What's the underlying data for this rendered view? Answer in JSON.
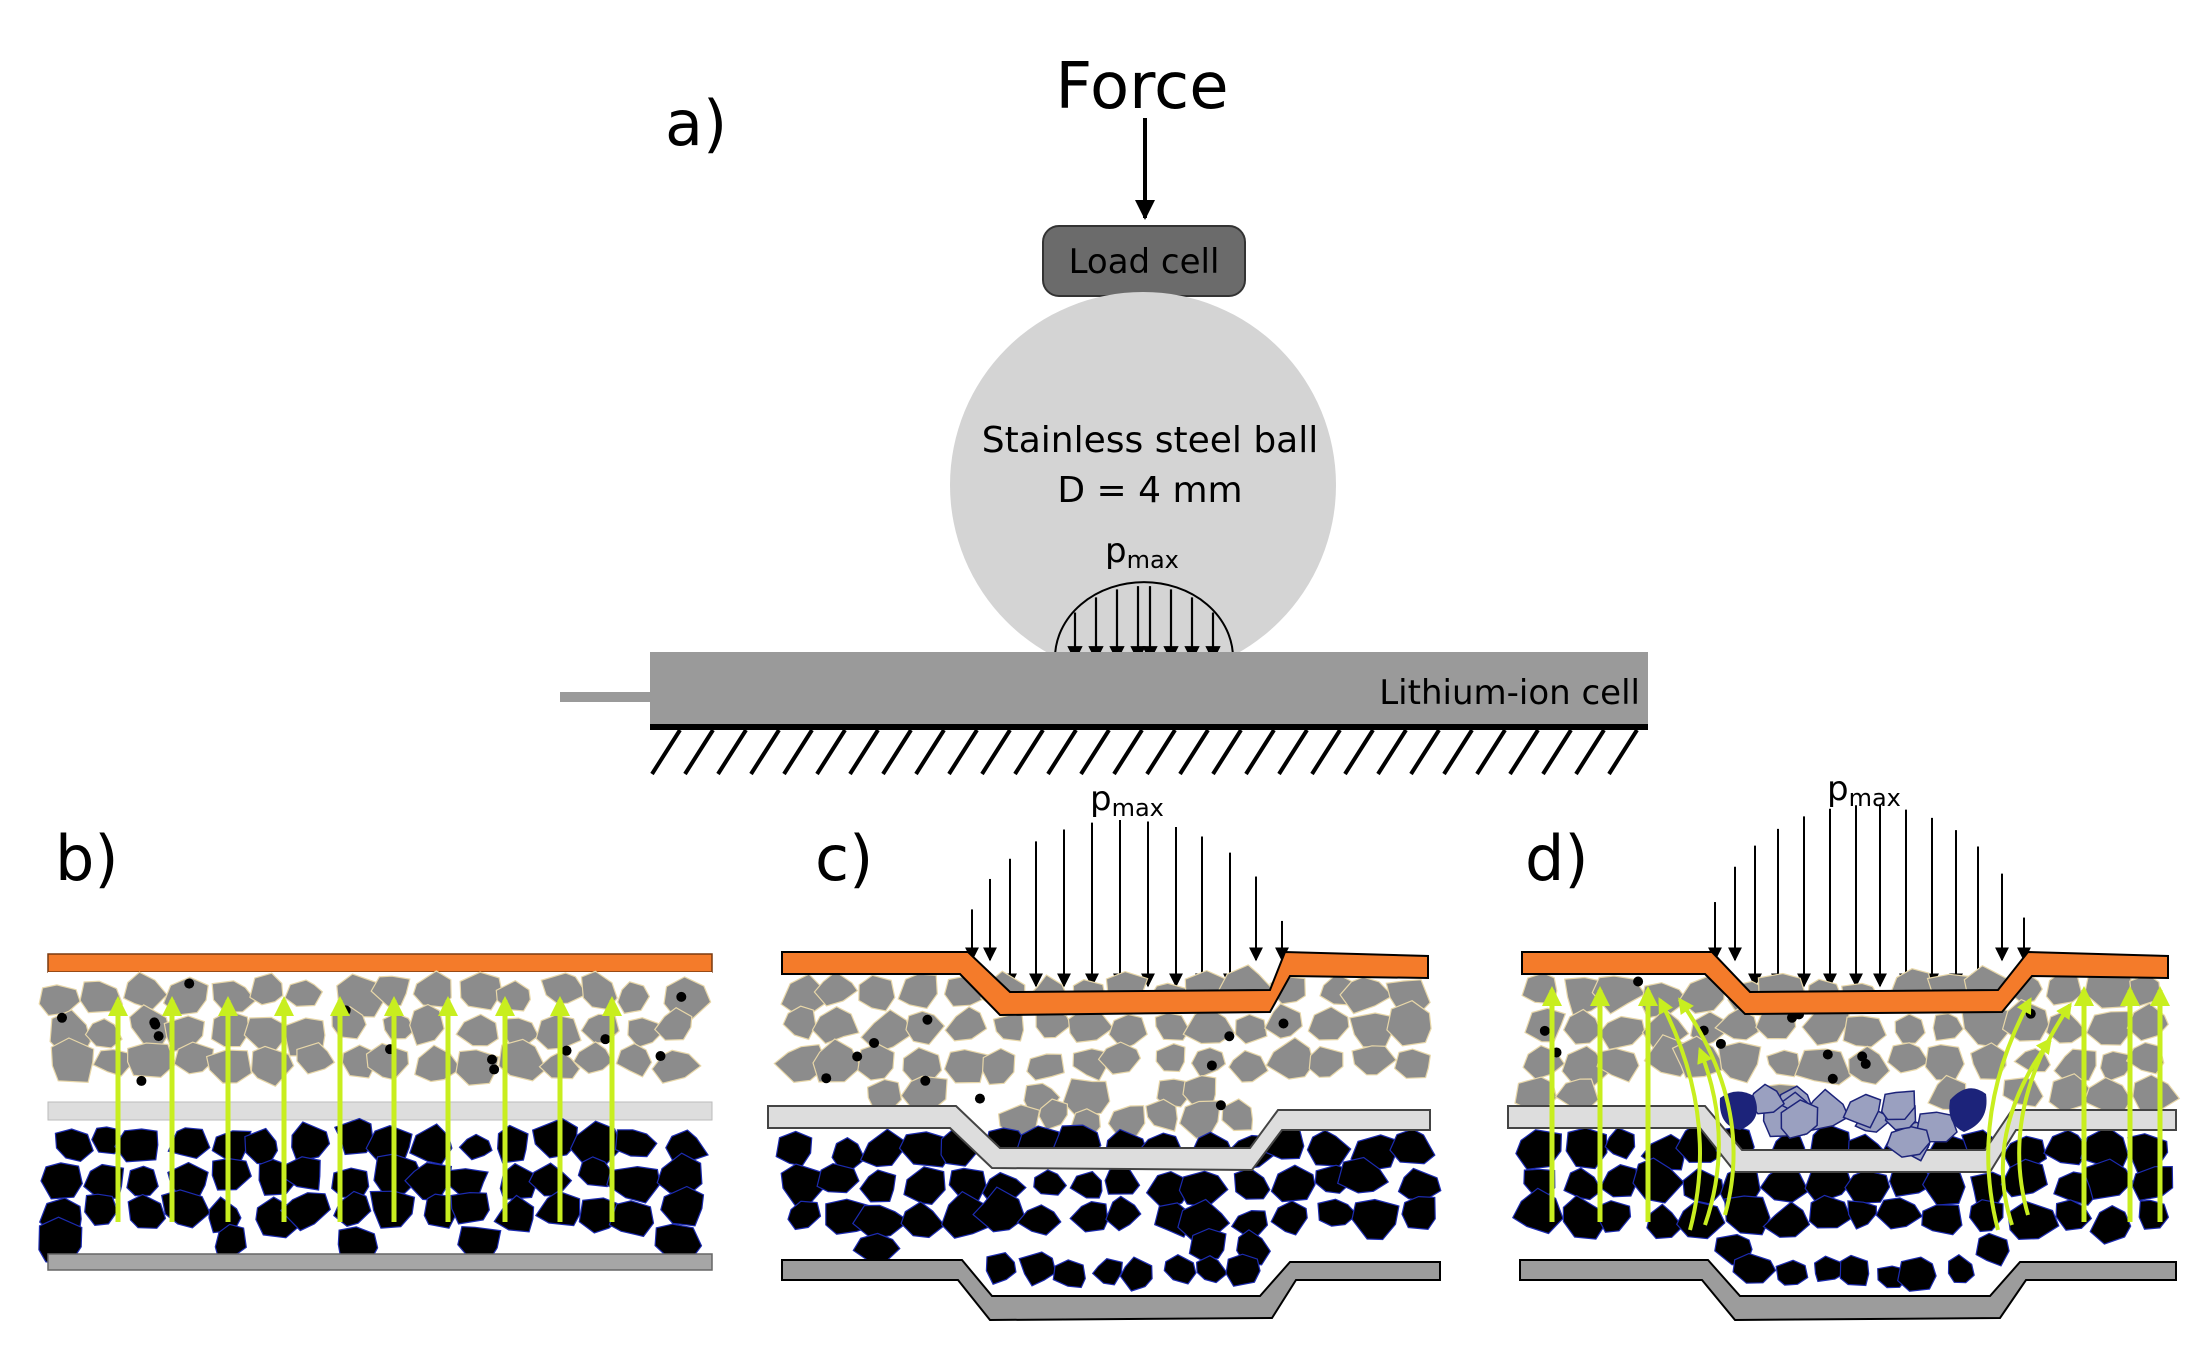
{
  "panel_a": {
    "letter": "a)",
    "force_label": "Force",
    "load_cell_label": "Load cell",
    "ball_label_line1": "Stainless steel ball",
    "ball_label_line2": "D = 4 mm",
    "pressure_symbol": "p",
    "pressure_subscript": "max",
    "cell_label": "Lithium-ion cell"
  },
  "panel_b": {
    "letter": "b)"
  },
  "panel_c": {
    "letter": "c)",
    "pressure_symbol": "p",
    "pressure_subscript": "max"
  },
  "panel_d": {
    "letter": "d)",
    "pressure_symbol": "p",
    "pressure_subscript": "max"
  },
  "colors": {
    "background": "#ffffff",
    "load_cell": "#6b6b6b",
    "ball": "#d4d4d4",
    "cell_body": "#9a9a9a",
    "cathode_current_collector": "#f47b2a",
    "cathode_particle": "#8c8c8c",
    "cathode_particle_outline": "#e8d7a8",
    "separator": "#dddddd",
    "anode_particle": "#000000",
    "anode_particle_outline": "#1c2bb0",
    "anode_current_collector": "#a6a6a6",
    "current_arrow": "#c8ee1f",
    "damaged_region": "#1c237a"
  }
}
